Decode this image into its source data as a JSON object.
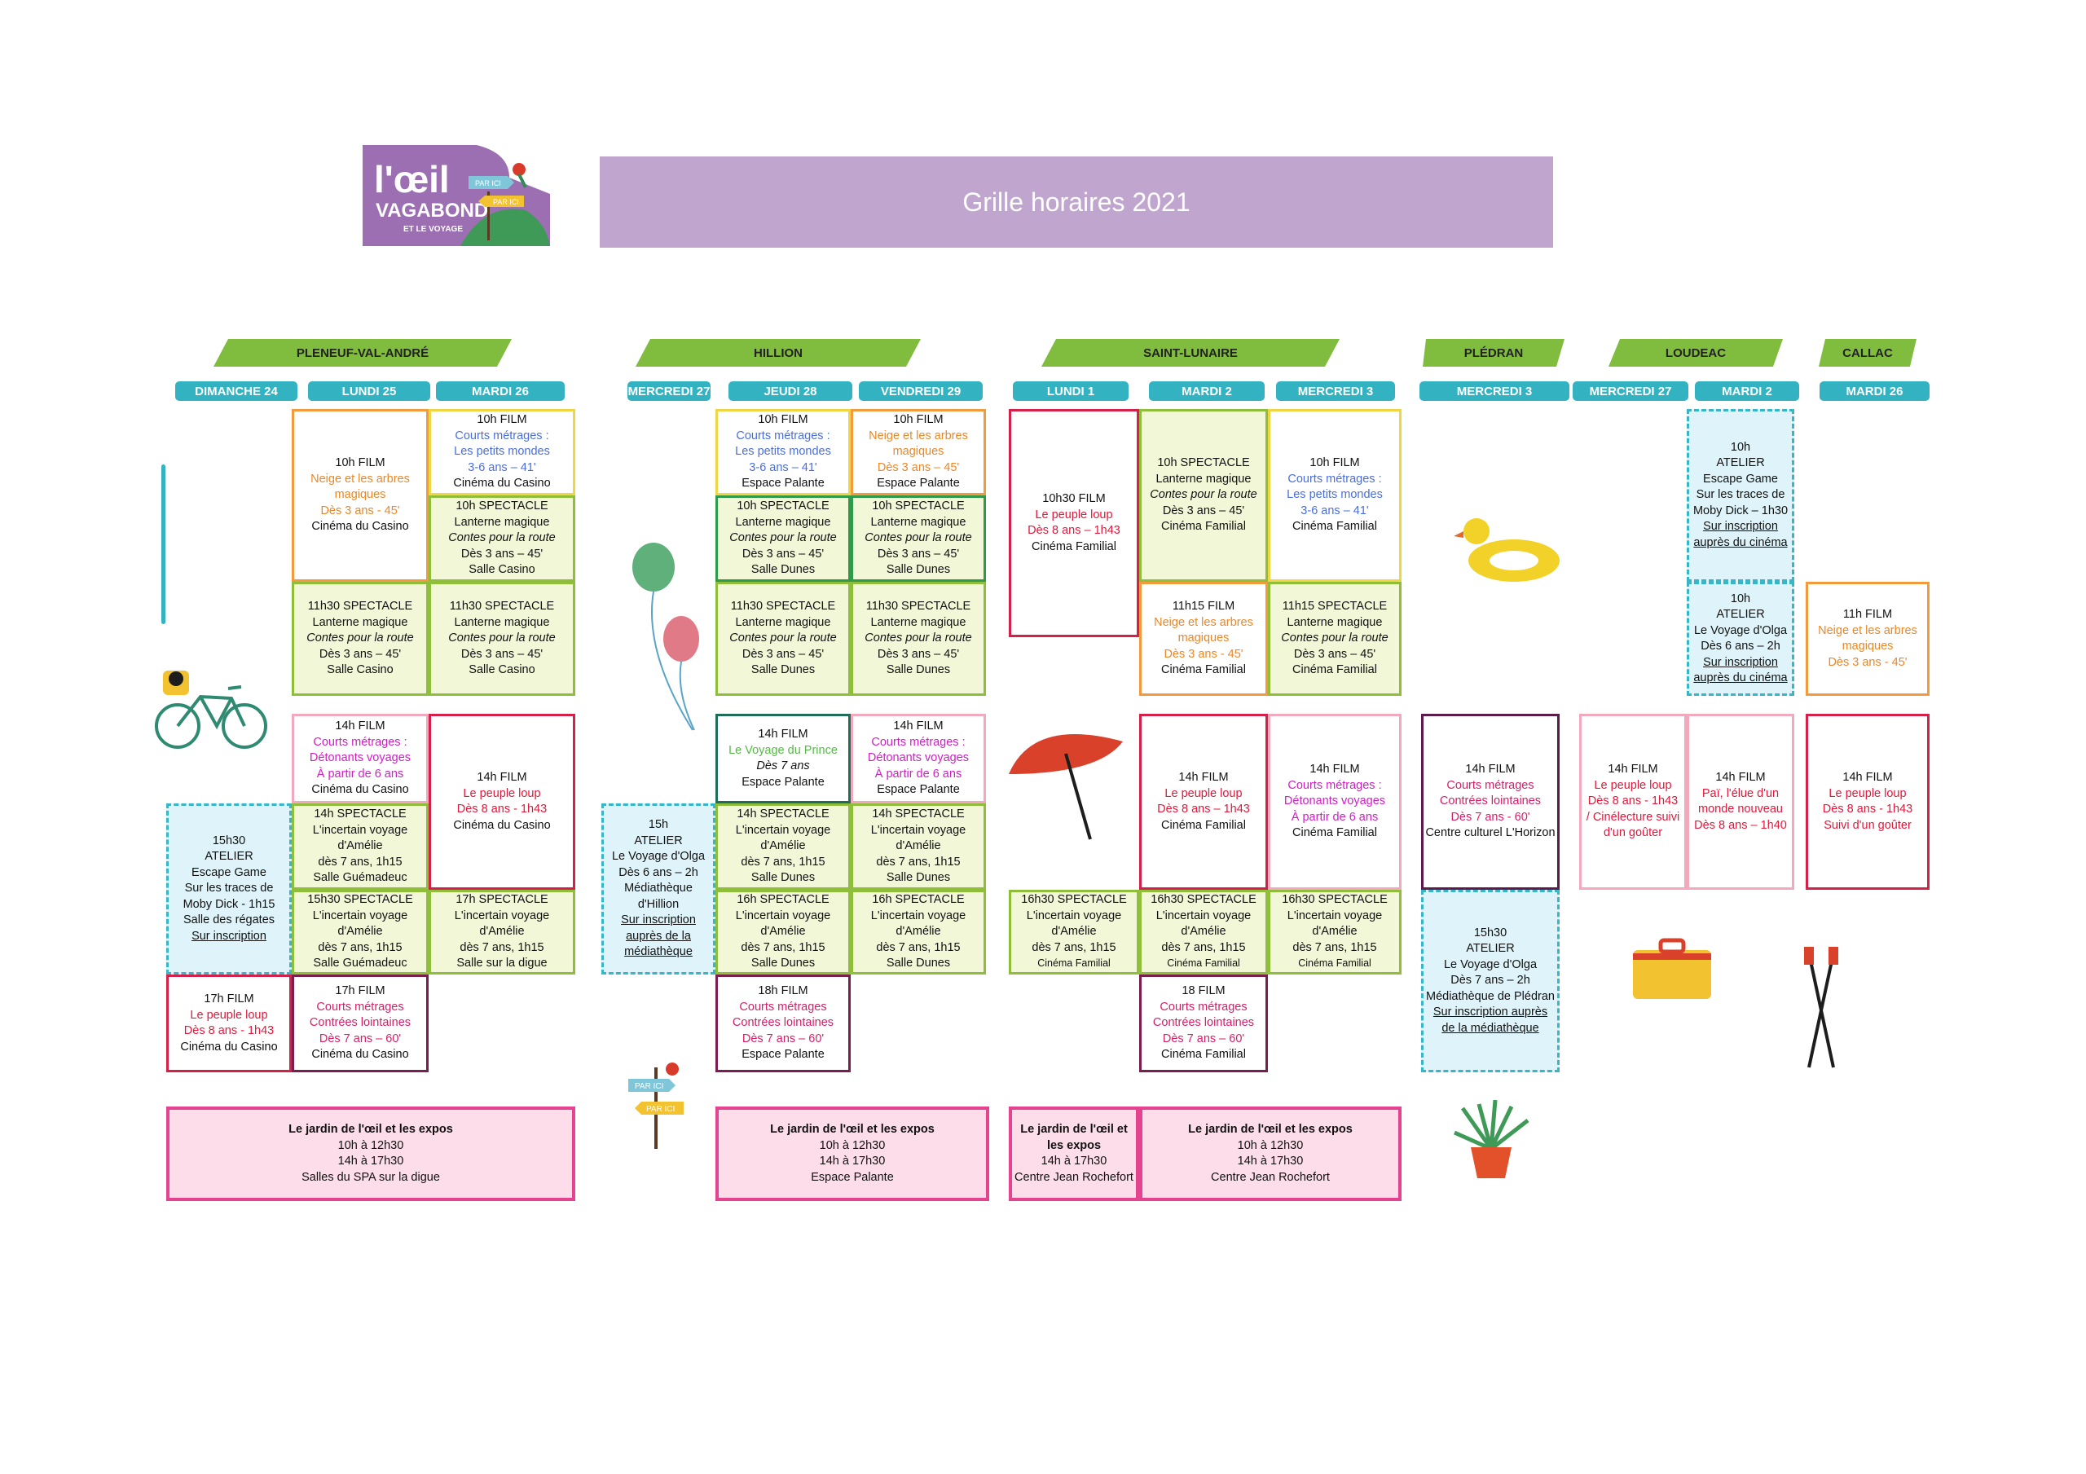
{
  "header": {
    "logo": {
      "line1": "l'œil",
      "line2": "VAGABOND",
      "line3": "ET LE VOYAGE",
      "sign1": "PAR ICI",
      "sign2": "PAR ICI"
    },
    "title": "Grille horaires 2021"
  },
  "towns": [
    "PLENEUF-VAL-ANDRÉ",
    "HILLION",
    "SAINT-LUNAIRE",
    "PLÉDRAN",
    "LOUDEAC",
    "CALLAC"
  ],
  "days": [
    "DIMANCHE 24",
    "LUNDI 25",
    "MARDI 26",
    "MERCREDI 27",
    "JEUDI 28",
    "VENDREDI 29",
    "LUNDI 1",
    "MARDI 2",
    "MERCREDI 3",
    "MERCREDI 3",
    "MERCREDI 27",
    "MARDI 2",
    "MARDI 26"
  ],
  "cells": [
    [
      "10h FILM",
      "Neige et les arbres magiques",
      "Dès 3 ans - 45'",
      "Cinéma du Casino"
    ],
    [
      "10h FILM",
      "Courts métrages :",
      "Les petits mondes",
      "3-6 ans – 41'",
      "Cinéma du Casino"
    ],
    [
      "10h SPECTACLE",
      "Lanterne magique",
      "Contes pour la route",
      "Dès 3 ans – 45'",
      "Salle Casino"
    ],
    [
      "11h30 SPECTACLE",
      "Lanterne magique",
      "Contes pour la route",
      "Dès 3 ans – 45'",
      "Salle Casino"
    ],
    [
      "11h30 SPECTACLE",
      "Lanterne magique",
      "Contes pour la route",
      "Dès 3 ans – 45'",
      "Salle Casino"
    ],
    [
      "14h FILM",
      "Courts métrages :",
      "Détonants voyages",
      "À partir de 6 ans",
      "Cinéma du Casino"
    ],
    [
      "14h FILM",
      "Le peuple loup",
      "Dès 8 ans - 1h43",
      "Cinéma du Casino"
    ],
    [
      "15h30",
      "ATELIER",
      "Escape Game",
      "Sur les traces de Moby Dick - 1h15",
      "Salle des régates",
      "Sur inscription"
    ],
    [
      "14h SPECTACLE",
      "L'incertain voyage d'Amélie",
      "dès 7 ans, 1h15",
      "Salle Guémadeuc"
    ],
    [
      "15h30 SPECTACLE",
      "L'incertain voyage d'Amélie",
      "dès 7 ans, 1h15",
      "Salle Guémadeuc"
    ],
    [
      "17h SPECTACLE",
      "L'incertain voyage d'Amélie",
      "dès 7 ans, 1h15",
      "Salle sur la digue"
    ],
    [
      "17h FILM",
      "Le peuple loup",
      "Dès 8 ans - 1h43",
      "Cinéma du Casino"
    ],
    [
      "17h FILM",
      "Courts métrages",
      "Contrées lointaines",
      "Dès 7 ans – 60'",
      "Cinéma du Casino"
    ],
    [
      "10h FILM",
      "Courts métrages :",
      "Les petits mondes",
      "3-6 ans – 41'",
      "Espace Palante"
    ],
    [
      "10h FILM",
      "Neige et les arbres magiques",
      "Dès 3 ans – 45'",
      "Espace Palante"
    ],
    [
      "10h SPECTACLE",
      "Lanterne magique",
      "Contes pour la route",
      "Dès 3 ans – 45'",
      "Salle Dunes"
    ],
    [
      "10h SPECTACLE",
      "Lanterne magique",
      "Contes pour la route",
      "Dès 3 ans – 45'",
      "Salle Dunes"
    ],
    [
      "11h30 SPECTACLE",
      "Lanterne magique",
      "Contes pour la route",
      "Dès 3 ans – 45'",
      "Salle Dunes"
    ],
    [
      "11h30 SPECTACLE",
      "Lanterne magique",
      "Contes pour la route",
      "Dès 3 ans – 45'",
      "Salle Dunes"
    ],
    [
      "14h FILM",
      "Le Voyage du Prince",
      "Dès 7 ans",
      "Espace Palante"
    ],
    [
      "14h FILM",
      "Courts métrages :",
      "Détonants voyages",
      "À partir de 6 ans",
      "Espace Palante"
    ],
    [
      "15h",
      "ATELIER",
      "Le Voyage d'Olga",
      "Dès 6 ans – 2h",
      "Médiathèque d'Hillion",
      "Sur inscription auprès de la médiathèque"
    ],
    [
      "14h SPECTACLE",
      "L'incertain voyage d'Amélie",
      "dès 7 ans, 1h15",
      "Salle Dunes"
    ],
    [
      "14h SPECTACLE",
      "L'incertain voyage d'Amélie",
      "dès 7 ans, 1h15",
      "Salle Dunes"
    ],
    [
      "16h SPECTACLE",
      "L'incertain voyage d'Amélie",
      "dès 7 ans, 1h15",
      "Salle Dunes"
    ],
    [
      "16h SPECTACLE",
      "L'incertain voyage d'Amélie",
      "dès 7 ans, 1h15",
      "Salle Dunes"
    ],
    [
      "18h FILM",
      "Courts métrages",
      "Contrées lointaines",
      "Dès 7 ans – 60'",
      "Espace Palante"
    ],
    [
      "10h30 FILM",
      "Le peuple loup",
      "Dès 8 ans – 1h43",
      "Cinéma Familial"
    ],
    [
      "10h SPECTACLE",
      "Lanterne magique",
      "Contes pour la route",
      "Dès 3 ans – 45'",
      "Cinéma Familial"
    ],
    [
      "10h FILM",
      "Courts métrages :",
      "Les petits mondes",
      "3-6 ans – 41'",
      "Cinéma Familial"
    ],
    [
      "11h15 FILM",
      "Neige et les arbres magiques",
      "Dès 3 ans - 45'",
      "Cinéma Familial"
    ],
    [
      "11h15 SPECTACLE",
      "Lanterne magique",
      "Contes pour la route",
      "Dès 3 ans – 45'",
      "Cinéma Familial"
    ],
    [
      "14h FILM",
      "Le peuple loup",
      "Dès 8 ans – 1h43",
      "Cinéma Familial"
    ],
    [
      "14h FILM",
      "Courts métrages :",
      "Détonants voyages",
      "À partir de 6 ans",
      "Cinéma Familial"
    ],
    [
      "16h30 SPECTACLE",
      "L'incertain voyage d'Amélie",
      "dès 7 ans, 1h15",
      "Cinéma Familial"
    ],
    [
      "16h30 SPECTACLE",
      "L'incertain voyage d'Amélie",
      "dès 7 ans, 1h15",
      "Cinéma Familial"
    ],
    [
      "16h30 SPECTACLE",
      "L'incertain voyage d'Amélie",
      "dès 7 ans, 1h15",
      "Cinéma Familial"
    ],
    [
      "18 FILM",
      "Courts métrages",
      "Contrées lointaines",
      "Dès 7 ans – 60'",
      "Cinéma Familial"
    ],
    [
      "14h FILM",
      "Courts métrages",
      "Contrées lointaines",
      "Dès 7 ans - 60'",
      "Centre culturel L'Horizon"
    ],
    [
      "15h30",
      "ATELIER",
      "Le Voyage d'Olga",
      "Dès 7 ans – 2h",
      "Médiathèque de Plédran",
      "Sur inscription auprès de la médiathèque"
    ],
    [
      "14h FILM",
      "Le peuple loup",
      "Dès 8 ans - 1h43",
      "/ Cinélecture suivi d'un goûter"
    ],
    [
      "10h",
      "ATELIER",
      "Escape Game",
      "Sur les traces de Moby Dick – 1h30",
      "Sur inscription auprès du cinéma"
    ],
    [
      "10h",
      "ATELIER",
      "Le Voyage d'Olga",
      "Dès 6 ans – 2h",
      "Sur inscription auprès du cinéma"
    ],
    [
      "14h FILM",
      "Paï, l'élue d'un monde nouveau",
      "Dès 8 ans – 1h40"
    ],
    [
      "11h FILM",
      "Neige et les arbres magiques",
      "Dès 3 ans - 45'"
    ],
    [
      "14h FILM",
      "Le peuple loup",
      "Dès 8 ans - 1h43",
      "Suivi d'un goûter"
    ]
  ],
  "expos": [
    [
      "Le jardin de l'œil et les expos",
      "10h à 12h30",
      "14h à 17h30",
      "Salles du SPA sur la digue"
    ],
    [
      "Le jardin de l'œil et les expos",
      "10h à 12h30",
      "14h à 17h30",
      "Espace Palante"
    ],
    [
      "Le jardin de l'œil et les expos",
      "14h à 17h30",
      "Centre Jean Rochefort"
    ],
    [
      "Le jardin de l'œil et les expos",
      "10h à 12h30",
      "14h à 17h30",
      "Centre Jean Rochefort"
    ]
  ],
  "decor_signs": [
    "PAR ICI",
    "PAR ICI"
  ]
}
